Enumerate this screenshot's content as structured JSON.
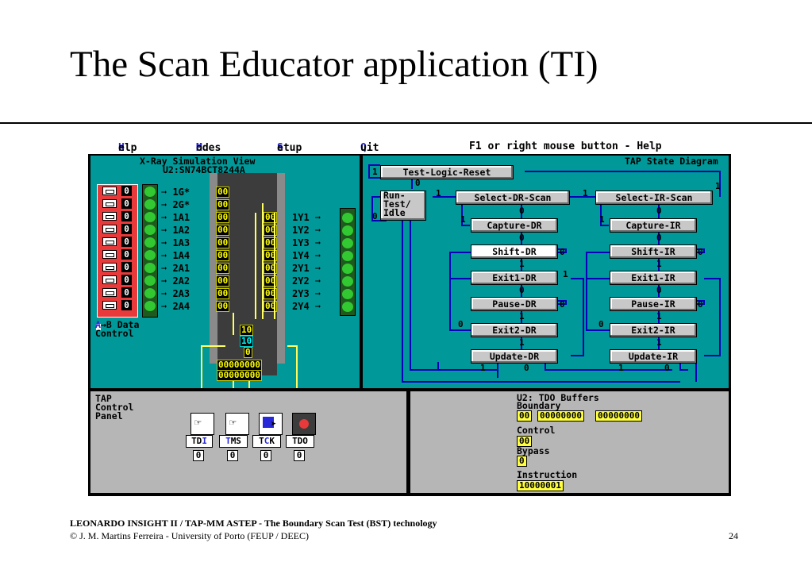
{
  "slide": {
    "title": "The Scan Educator application (TI)",
    "footer_line1": "LEONARDO INSIGHT II / TAP-MM ASTEP - The Boundary Scan Test (BST) technology",
    "footer_line2": "© J. M. Martins Ferreira - University of Porto (FEUP / DEEC)",
    "page_number": "24"
  },
  "menu": {
    "help_hot": "H",
    "help_rest": "elp",
    "modes_hot": "M",
    "modes_rest": "odes",
    "setup_hot": "S",
    "setup_rest": "etup",
    "quit_hot": "Q",
    "quit_rest": "uit",
    "hint": "F1 or right mouse button - Help"
  },
  "xray": {
    "title_line1": "X-Ray Simulation View",
    "title_line2": "U2:SN74BCT8244A",
    "switch_values": [
      "0",
      "0",
      "0",
      "0",
      "0",
      "0",
      "0",
      "0",
      "0",
      "0"
    ],
    "input_pins": [
      "1G*",
      "2G*",
      "1A1",
      "1A2",
      "1A3",
      "1A4",
      "2A1",
      "2A2",
      "2A3",
      "2A4"
    ],
    "input_cells": [
      "00",
      "00",
      "00",
      "00",
      "00",
      "00",
      "00",
      "00",
      "00",
      "00"
    ],
    "output_cells": [
      "00",
      "00",
      "00",
      "00",
      "00",
      "00",
      "00",
      "00"
    ],
    "output_pins": [
      "1Y1",
      "1Y2",
      "1Y3",
      "1Y4",
      "2Y1",
      "2Y2",
      "2Y3",
      "2Y4"
    ],
    "ir_top": "10",
    "ir_mid": "10",
    "bypass": "0",
    "bsr_1": "00000000",
    "bsr_2": "00000000",
    "ab_hot": "A",
    "ab_rest": "→B Data",
    "ab_line2": "Control"
  },
  "tap": {
    "title": "TAP State Diagram",
    "test_logic_reset": "Test-Logic-Reset",
    "run_test_idle_1": "Run-",
    "run_test_idle_2": "Test/",
    "run_test_idle_3": "Idle",
    "select_dr": "Select-DR-Scan",
    "select_ir": "Select-IR-Scan",
    "capture_dr": "Capture-DR",
    "capture_ir": "Capture-IR",
    "shift_dr": "Shift-DR",
    "shift_ir": "Shift-IR",
    "exit1_dr": "Exit1-DR",
    "exit1_ir": "Exit1-IR",
    "pause_dr": "Pause-DR",
    "pause_ir": "Pause-IR",
    "exit2_dr": "Exit2-DR",
    "exit2_ir": "Exit2-IR",
    "update_dr": "Update-DR",
    "update_ir": "Update-IR"
  },
  "control_panel": {
    "title_1": "TAP",
    "title_2": "Control",
    "title_3": "Panel",
    "tdi_a": "TD",
    "tdi_hot": "I",
    "tms_hot": "T",
    "tms_b": "MS",
    "tck_a": "T",
    "tck_hot": "C",
    "tck_b": "K",
    "tdo": "TDO",
    "values": [
      "0",
      "0",
      "0",
      "0"
    ]
  },
  "buffers": {
    "title": "U2: TDO Buffers",
    "boundary_label": "Boundary",
    "boundary_1": "00",
    "boundary_2": "00000000",
    "boundary_3": "00000000",
    "control_label": "Control",
    "control_value": "00",
    "bypass_label": "Bypass",
    "bypass_value": "0",
    "instruction_label": "Instruction",
    "instruction_value": "10000001"
  }
}
